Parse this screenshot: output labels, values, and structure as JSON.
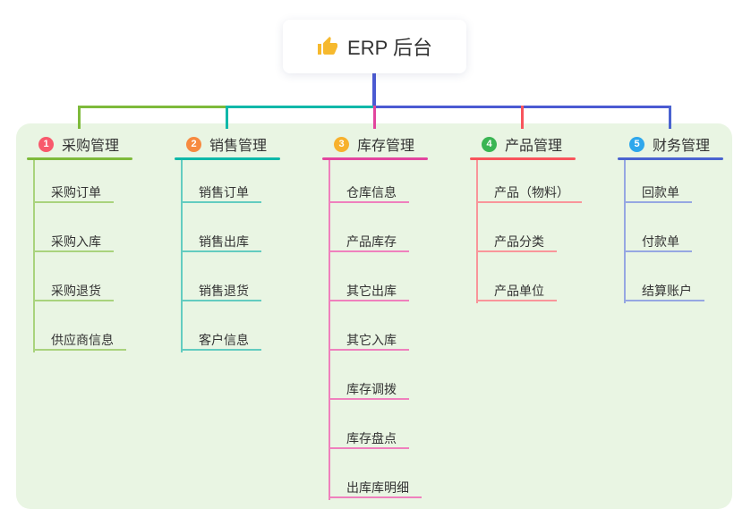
{
  "root": {
    "label": "ERP 后台",
    "icon": "thumbs-up-icon",
    "icon_color": "#f6b92e"
  },
  "branches": [
    {
      "index": "1",
      "label": "采购管理",
      "badge_color": "#f8596c",
      "line_color": "#7eba3b",
      "sub_line_color": "#a9d37d",
      "items": [
        "采购订单",
        "采购入库",
        "采购退货",
        "供应商信息"
      ]
    },
    {
      "index": "2",
      "label": "销售管理",
      "badge_color": "#f78a40",
      "line_color": "#0fb8a9",
      "sub_line_color": "#63ccc0",
      "items": [
        "销售订单",
        "销售出库",
        "销售退货",
        "客户信息"
      ]
    },
    {
      "index": "3",
      "label": "库存管理",
      "badge_color": "#f7b12d",
      "line_color": "#e2459e",
      "sub_line_color": "#ef80bd",
      "items": [
        "仓库信息",
        "产品库存",
        "其它出库",
        "其它入库",
        "库存调拨",
        "库存盘点",
        "出库库明细"
      ]
    },
    {
      "index": "4",
      "label": "产品管理",
      "badge_color": "#3ab553",
      "line_color": "#f8545c",
      "sub_line_color": "#f9959a",
      "items": [
        "产品（物料）",
        "产品分类",
        "产品单位"
      ]
    },
    {
      "index": "5",
      "label": "财务管理",
      "badge_color": "#2ea7ec",
      "line_color": "#4a63d0",
      "sub_line_color": "#96a7e2",
      "items": [
        "回款单",
        "付款单",
        "结算账户"
      ]
    }
  ],
  "colors": {
    "root_line": "#4b5ad2",
    "panel_bg": "#e9f5e3",
    "text": "#333333"
  }
}
